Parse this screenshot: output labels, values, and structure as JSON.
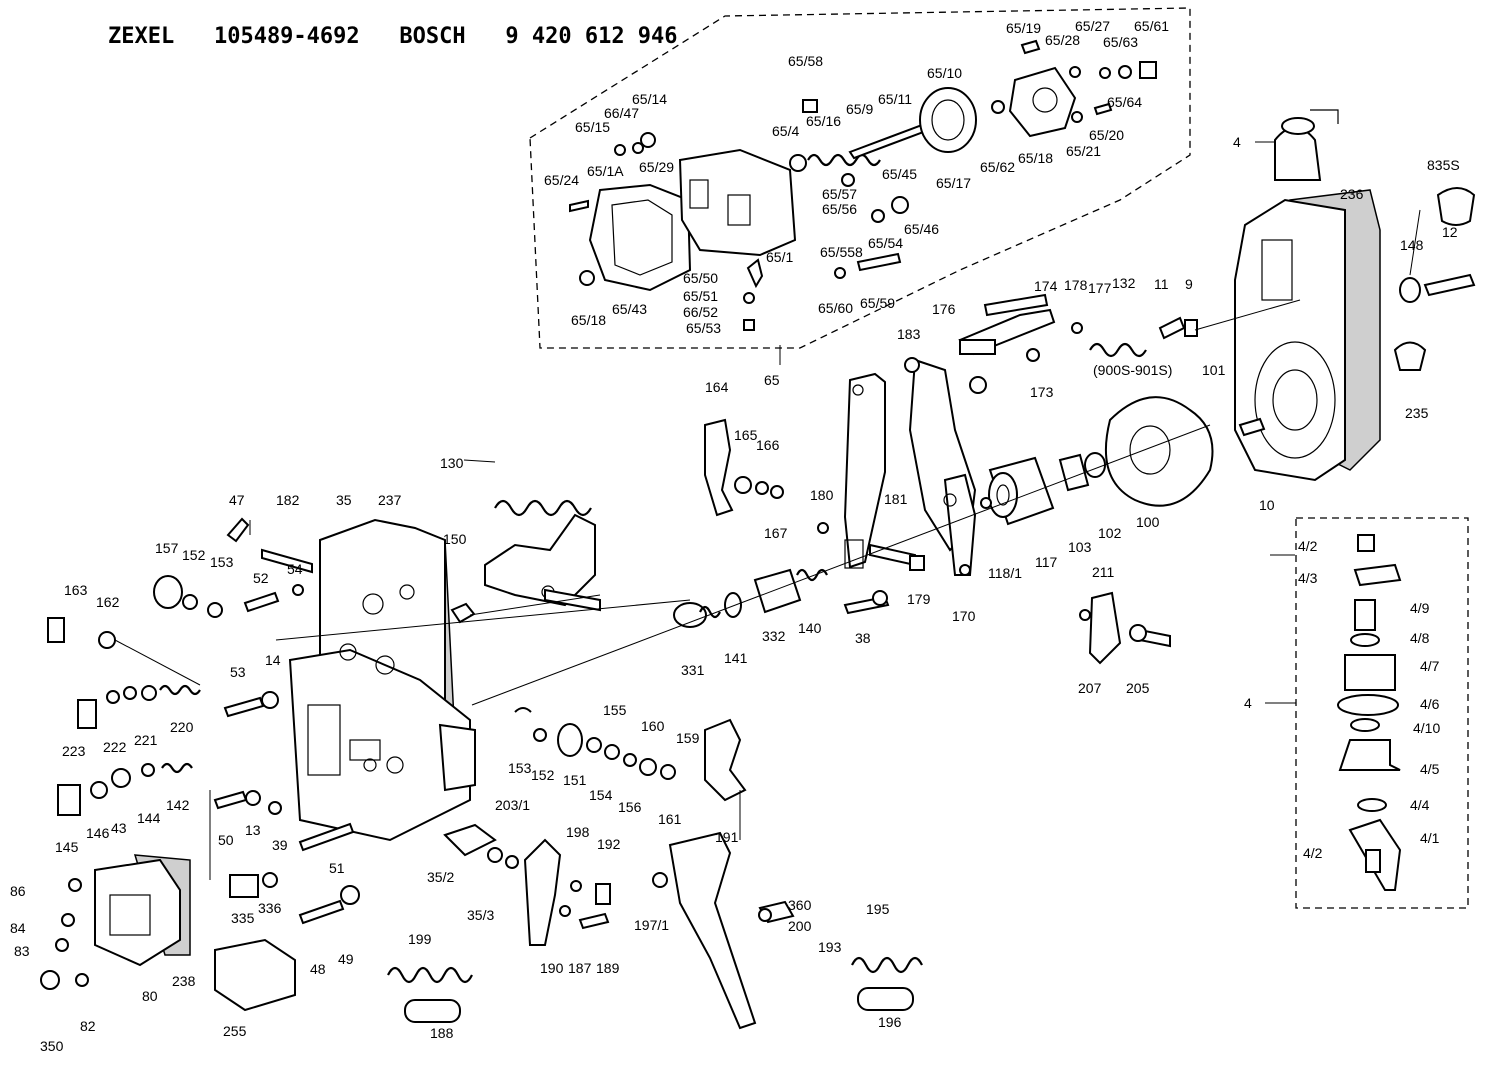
{
  "header": {
    "title": "ZEXEL   105489-4692   BOSCH   9 420 612 946"
  },
  "labels": [
    "65/19",
    "65/27",
    "65/61",
    "65/28",
    "65/63",
    "65/58",
    "65/10",
    "65/11",
    "65/14",
    "66/47",
    "65/15",
    "65/4",
    "65/16",
    "65/9",
    "65/64",
    "65/20",
    "65/21",
    "65/62",
    "65/18",
    "65/17",
    "65/29",
    "65/24",
    "65/1A",
    "65/57",
    "65/45",
    "65/56",
    "65/46",
    "65/558",
    "65/54",
    "65/1",
    "65/50",
    "65/51",
    "66/52",
    "65/53",
    "65/60",
    "65/59",
    "65/18",
    "65/43",
    "65",
    "4",
    "835S",
    "236",
    "148",
    "12",
    "176",
    "174",
    "178",
    "177",
    "132",
    "11",
    "9",
    "183",
    "173",
    "(900S-901S)",
    "101",
    "235",
    "164",
    "165",
    "166",
    "167",
    "180",
    "181",
    "10",
    "130",
    "47",
    "182",
    "35",
    "237",
    "157",
    "152",
    "153",
    "52",
    "54",
    "150",
    "163",
    "162",
    "53",
    "14",
    "220",
    "223",
    "222",
    "221",
    "100",
    "102",
    "103",
    "117",
    "118/1",
    "211",
    "170",
    "179",
    "140",
    "38",
    "332",
    "141",
    "331",
    "207",
    "205",
    "142",
    "145",
    "146",
    "43",
    "144",
    "50",
    "13",
    "39",
    "51",
    "153",
    "152",
    "151",
    "155",
    "154",
    "156",
    "160",
    "161",
    "159",
    "191",
    "203/1",
    "198",
    "192",
    "197/1",
    "360",
    "200",
    "193",
    "195",
    "196",
    "35/2",
    "35/3",
    "190",
    "187",
    "189",
    "199",
    "188",
    "86",
    "84",
    "83",
    "335",
    "336",
    "48",
    "49",
    "80",
    "238",
    "255",
    "350",
    "82",
    "4/2",
    "4/3",
    "4/9",
    "4/8",
    "4/7",
    "4/6",
    "4/10",
    "4/5",
    "4/4",
    "4/1",
    "4/2",
    "4"
  ]
}
